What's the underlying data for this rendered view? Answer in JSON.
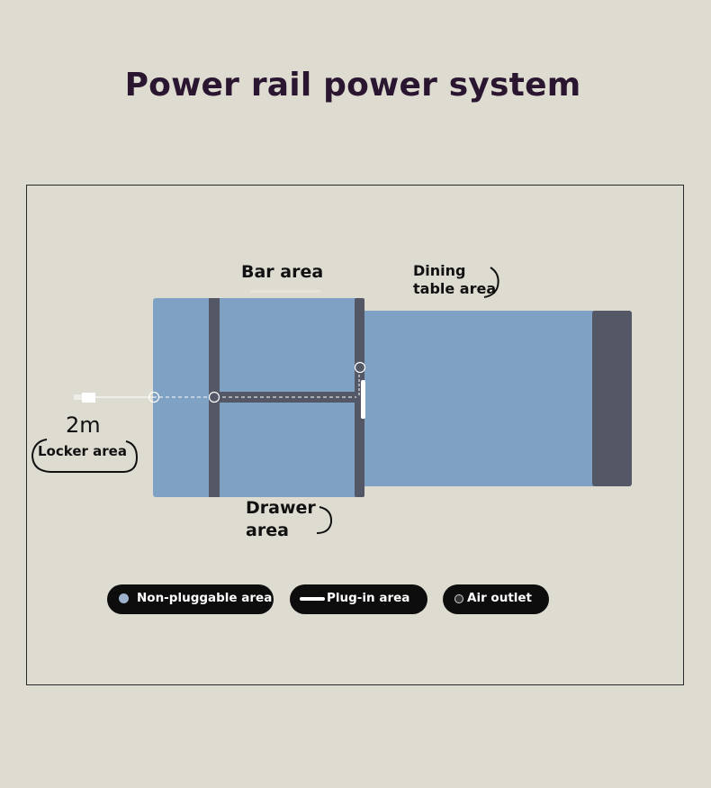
{
  "title": "Power rail power system",
  "areas": {
    "bar": "Bar area",
    "dining": "Dining table area",
    "drawer": "Drawer area",
    "locker": "Locker area"
  },
  "cable_length": "2m",
  "legend": {
    "non_pluggable": "Non-pluggable area",
    "plug_in": "Plug-in area",
    "air_outlet": "Air outlet"
  },
  "colors": {
    "background": "#dedbd1",
    "panel_blue": "#7fa2c4",
    "rail_dark": "#535766",
    "legend_bg": "#0d0d0d",
    "non_pluggable_dot": "#9fb2cc"
  }
}
